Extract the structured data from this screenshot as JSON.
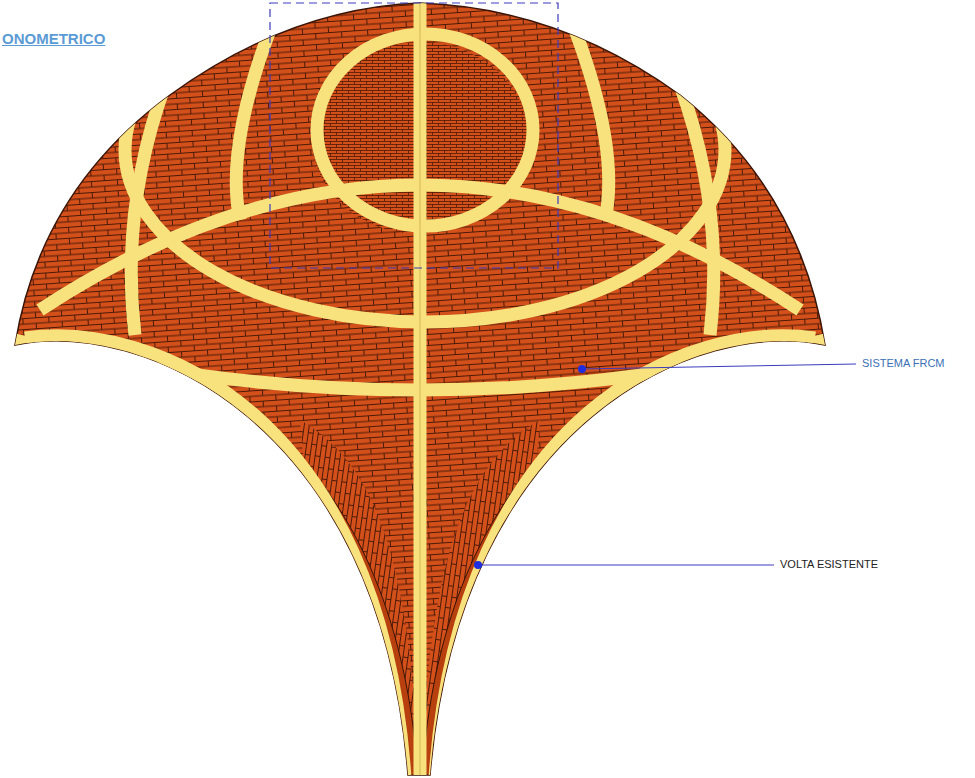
{
  "diagram": {
    "title": "ONOMETRICO",
    "labels": [
      "SISTEMA FRCM",
      "VOLTA ESISTENTE"
    ]
  }
}
